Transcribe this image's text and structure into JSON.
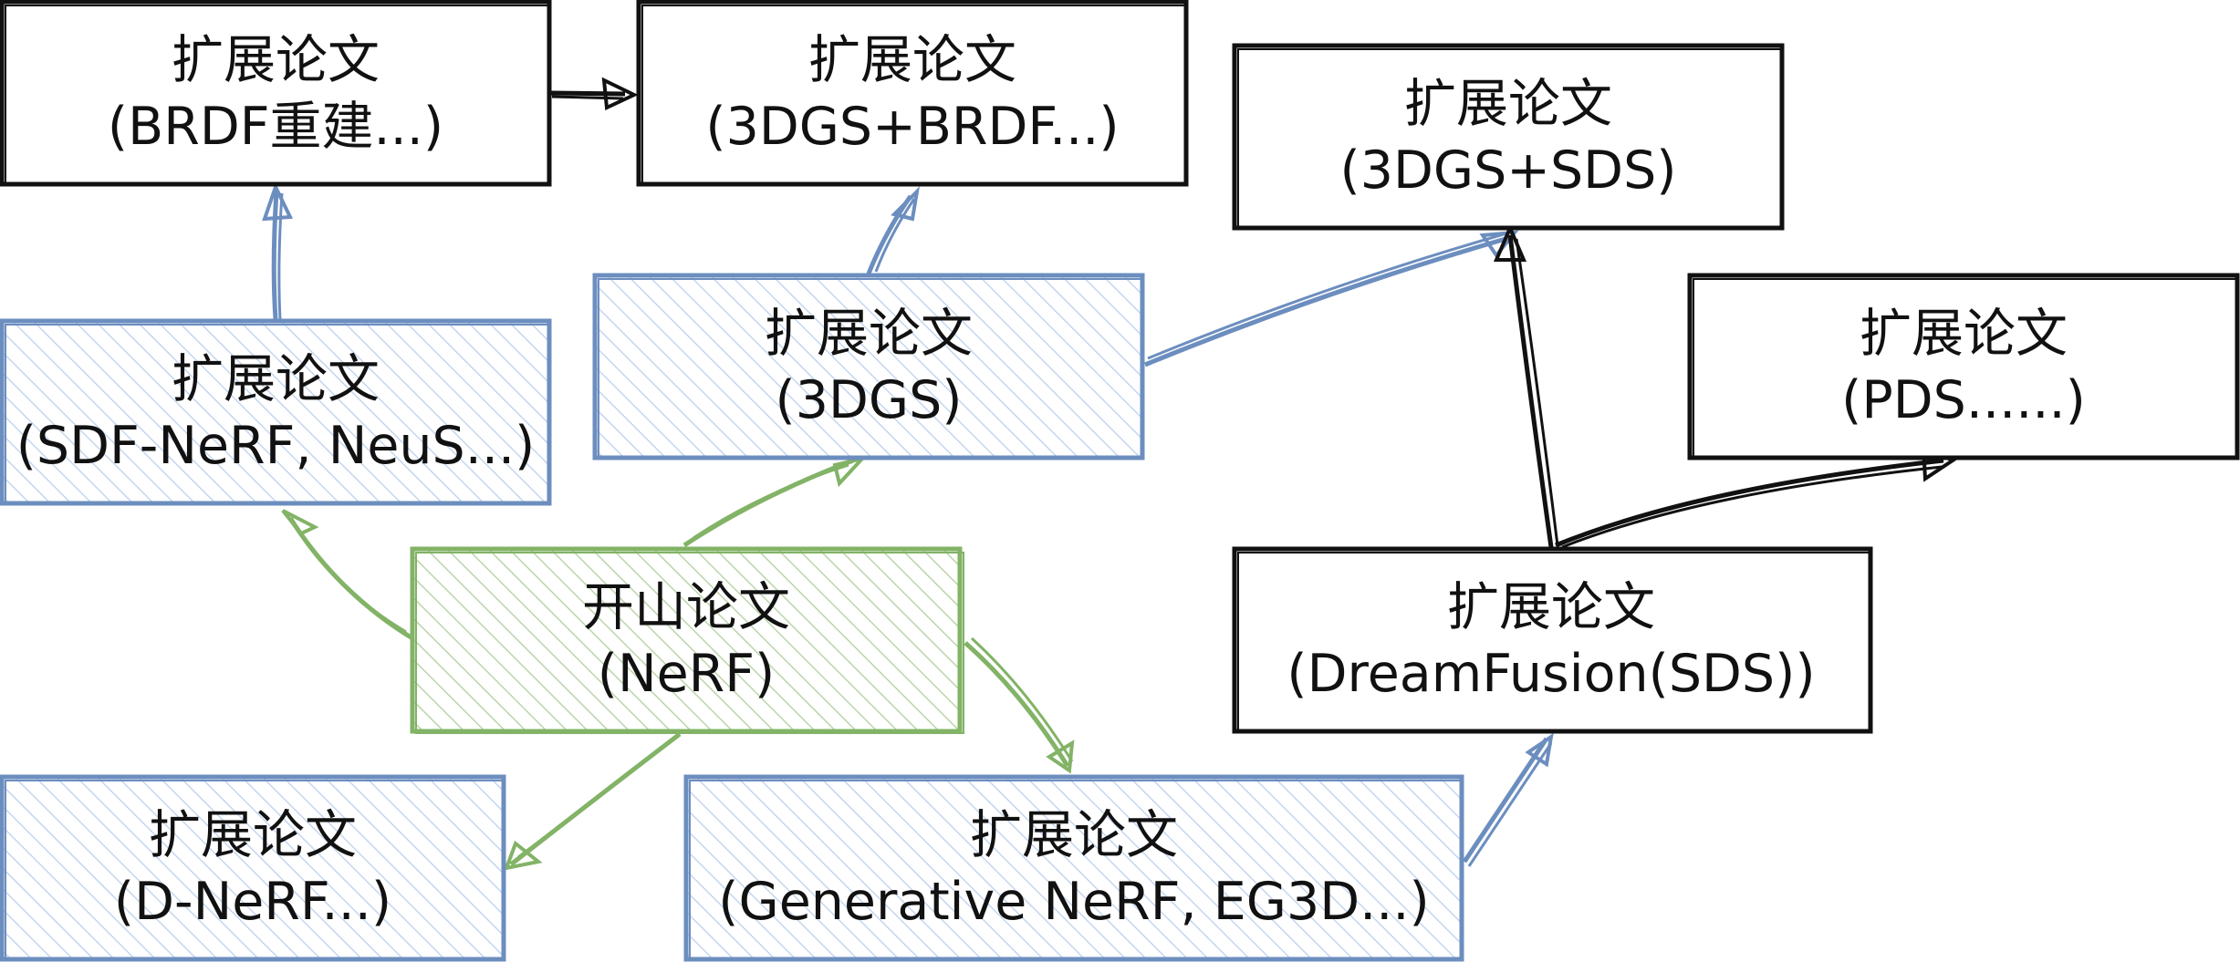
{
  "diagram": {
    "nodes": [
      {
        "id": "nerf",
        "title": "开山论文",
        "subtitle": "(NeRF)",
        "style": "green"
      },
      {
        "id": "sdf",
        "title": "扩展论文",
        "subtitle": "(SDF-NeRF, NeuS...)",
        "style": "blue"
      },
      {
        "id": "dnerf",
        "title": "扩展论文",
        "subtitle": "(D-NeRF...)",
        "style": "blue"
      },
      {
        "id": "gen",
        "title": "扩展论文",
        "subtitle": "(Generative NeRF, EG3D...)",
        "style": "blue"
      },
      {
        "id": "3dgs",
        "title": "扩展论文",
        "subtitle": "(3DGS)",
        "style": "blue"
      },
      {
        "id": "brdf",
        "title": "扩展论文",
        "subtitle": "(BRDF重建...)",
        "style": "white"
      },
      {
        "id": "3dgsbrdf",
        "title": "扩展论文",
        "subtitle": "(3DGS+BRDF...)",
        "style": "white"
      },
      {
        "id": "3dgssds",
        "title": "扩展论文",
        "subtitle": "(3DGS+SDS)",
        "style": "white"
      },
      {
        "id": "pds",
        "title": "扩展论文",
        "subtitle": "(PDS......)",
        "style": "white"
      },
      {
        "id": "dreamfusion",
        "title": "扩展论文",
        "subtitle": "(DreamFusion(SDS))",
        "style": "white"
      }
    ],
    "edges": [
      {
        "from": "nerf",
        "to": "sdf",
        "color": "green"
      },
      {
        "from": "nerf",
        "to": "3dgs",
        "color": "green"
      },
      {
        "from": "nerf",
        "to": "dnerf",
        "color": "green"
      },
      {
        "from": "nerf",
        "to": "gen",
        "color": "green"
      },
      {
        "from": "sdf",
        "to": "brdf",
        "color": "blue"
      },
      {
        "from": "3dgs",
        "to": "3dgsbrdf",
        "color": "blue"
      },
      {
        "from": "3dgs",
        "to": "3dgssds",
        "color": "blue"
      },
      {
        "from": "gen",
        "to": "dreamfusion",
        "color": "blue"
      },
      {
        "from": "brdf",
        "to": "3dgsbrdf",
        "color": "black"
      },
      {
        "from": "dreamfusion",
        "to": "3dgssds",
        "color": "black"
      },
      {
        "from": "dreamfusion",
        "to": "pds",
        "color": "black"
      }
    ],
    "colors": {
      "green_stroke": "#82b366",
      "green_fill": "#b9d7a8",
      "blue_stroke": "#6c8ebf",
      "blue_fill": "#bcd3f0",
      "black_stroke": "#111111",
      "white_fill": "#ffffff"
    }
  }
}
